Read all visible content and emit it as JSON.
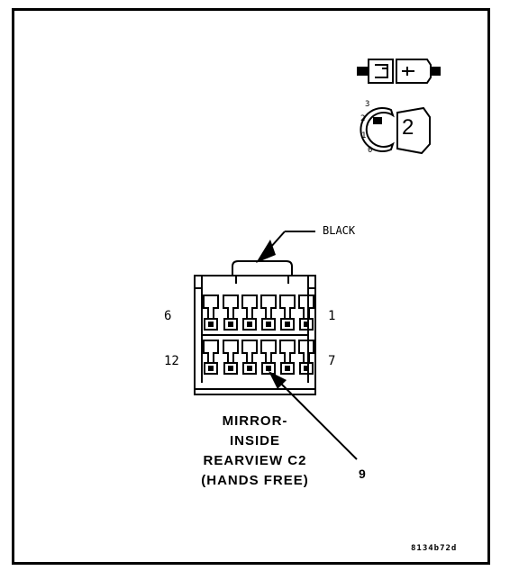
{
  "diagram": {
    "color_label": "BLACK",
    "pin_labels": {
      "top_left": "6",
      "top_right": "1",
      "bottom_left": "12",
      "bottom_right": "7"
    },
    "callout_pin": "9",
    "title_lines": [
      "MIRROR-",
      "INSIDE",
      "REARVIEW C2",
      "(HANDS FREE)"
    ],
    "figure_code": "8134b72d",
    "lock_icon": {
      "positions": [
        "3",
        "2",
        "1",
        "0"
      ],
      "number": "2"
    }
  }
}
